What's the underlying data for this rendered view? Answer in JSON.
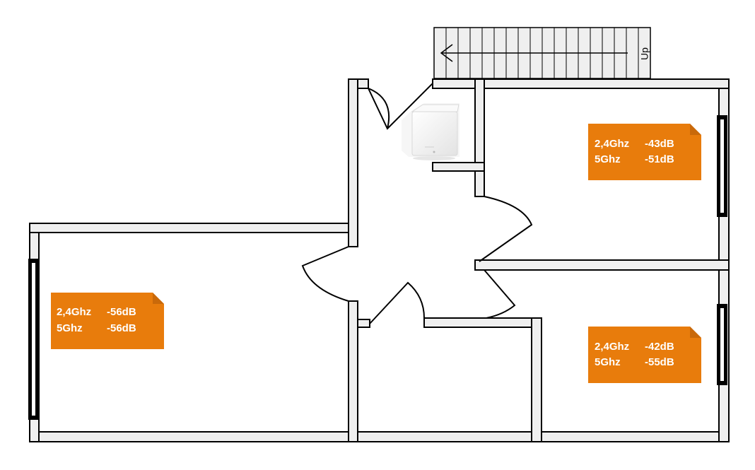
{
  "stairs": {
    "label": "Up"
  },
  "colors": {
    "note_fill": "#e87c0c",
    "note_fold": "#c9690a",
    "wall_fill": "#efefef"
  },
  "router": {
    "icon": "mesh-router-icon"
  },
  "notes": [
    {
      "id": "top-right",
      "band1_label": "2,4Ghz",
      "band1_value": "-43dB",
      "band2_label": "5Ghz",
      "band2_value": "-51dB"
    },
    {
      "id": "left",
      "band1_label": "2,4Ghz",
      "band1_value": "-56dB",
      "band2_label": "5Ghz",
      "band2_value": "-56dB"
    },
    {
      "id": "bottom-right",
      "band1_label": "2,4Ghz",
      "band1_value": "-42dB",
      "band2_label": "5Ghz",
      "band2_value": "-55dB"
    }
  ]
}
